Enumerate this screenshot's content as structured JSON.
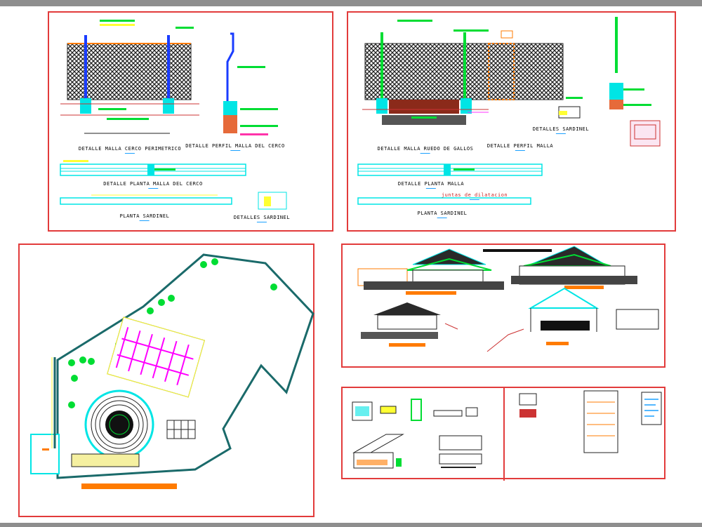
{
  "colors": {
    "frame": "#e23b3b",
    "hatch": "#2a2a2a",
    "cyan": "#00e5e5",
    "green": "#00dd33",
    "yellow": "#ffff33",
    "orange": "#ff7b00",
    "magenta": "#ff00ff",
    "blue": "#1a3cff",
    "teal": "#1a6a6a"
  },
  "sheet1": {
    "label_malla_perimetrico": "DETALLE MALLA CERCO PERIMETRICO",
    "label_perfil_malla": "DETALLE PERFIL MALLA DEL CERCO",
    "label_planta_malla": "DETALLE PLANTA MALLA DEL CERCO",
    "label_planta_sardinel": "PLANTA SARDINEL",
    "label_detalles_sardinel": "DETALLES SARDINEL"
  },
  "sheet2": {
    "label_malla_ruedo": "DETALLE MALLA RUEDO DE GALLOS",
    "label_perfil_malla": "DETALLE PERFIL MALLA",
    "label_detalles_sardinel": "DETALLES SARDINEL",
    "label_planta_malla": "DETALLE PLANTA MALLA",
    "label_juntas": "juntas de dilatacion",
    "label_planta_sardinel": "PLANTA SARDINEL"
  },
  "sheet3": {
    "icons": [
      "tree-icon",
      "circular-arena-icon"
    ]
  },
  "sheet4": {
    "icons": [
      "kiosk-roof-icon",
      "thatched-roof-icon"
    ]
  },
  "sheet5": {
    "icons": [
      "detail-block-icon",
      "table-schedule-icon"
    ]
  }
}
